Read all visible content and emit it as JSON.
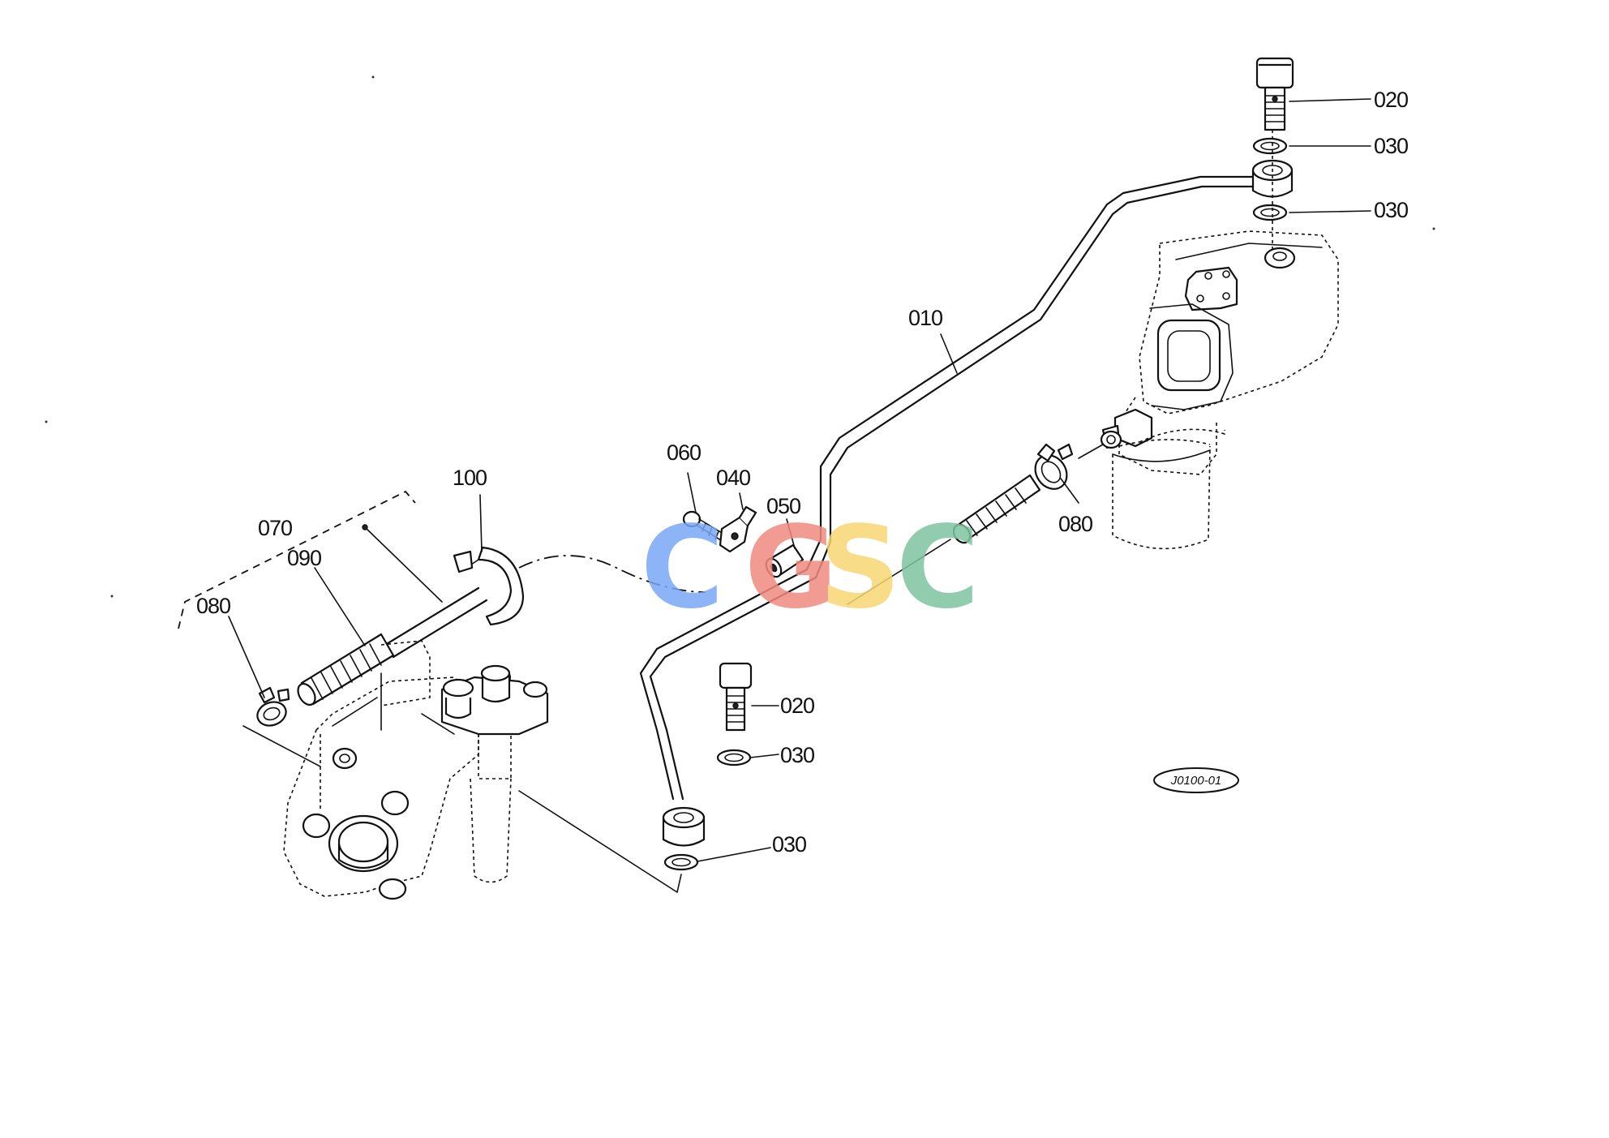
{
  "diagram": {
    "reference_code": "J0100-01",
    "callouts": [
      {
        "id": "c-020-top",
        "text": "020"
      },
      {
        "id": "c-030-top1",
        "text": "030"
      },
      {
        "id": "c-030-top2",
        "text": "030"
      },
      {
        "id": "c-010",
        "text": "010"
      },
      {
        "id": "c-060",
        "text": "060"
      },
      {
        "id": "c-040",
        "text": "040"
      },
      {
        "id": "c-050",
        "text": "050"
      },
      {
        "id": "c-080-right",
        "text": "080"
      },
      {
        "id": "c-100",
        "text": "100"
      },
      {
        "id": "c-070",
        "text": "070"
      },
      {
        "id": "c-090",
        "text": "090"
      },
      {
        "id": "c-080-left",
        "text": "080"
      },
      {
        "id": "c-020-mid",
        "text": "020"
      },
      {
        "id": "c-030-mid1",
        "text": "030"
      },
      {
        "id": "c-030-mid2",
        "text": "030"
      }
    ]
  },
  "watermark": {
    "text": "CGSC",
    "colors": [
      "#7aa7f5",
      "#ef8a80",
      "#f7d774",
      "#7fc4a0"
    ]
  }
}
